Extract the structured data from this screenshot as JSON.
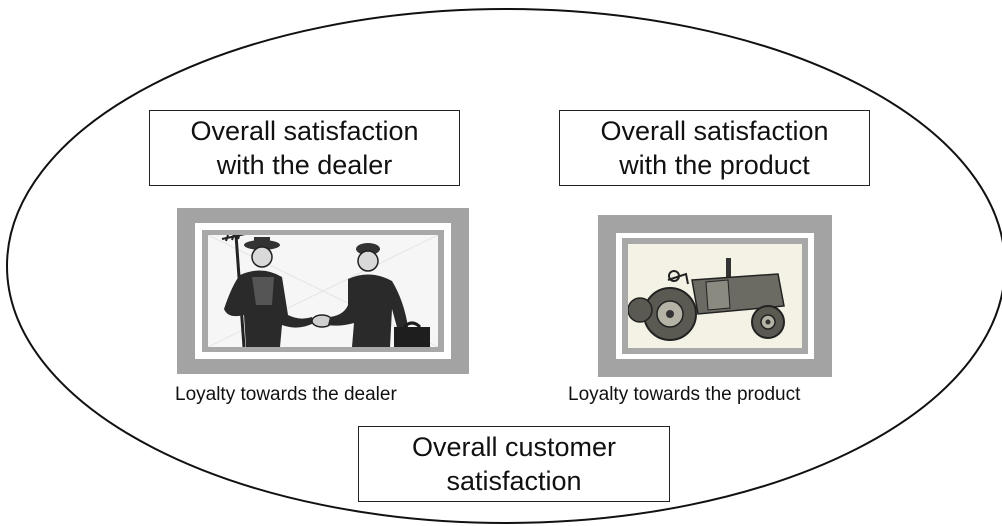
{
  "boxes": {
    "dealer_satisfaction": "Overall satisfaction\nwith the dealer",
    "product_satisfaction": "Overall satisfaction\nwith the product",
    "customer_satisfaction": "Overall customer\nsatisfaction"
  },
  "captions": {
    "dealer_loyalty": "Loyalty towards the dealer",
    "product_loyalty": "Loyalty towards the product"
  },
  "pictures": {
    "dealer": "handshake-farmer-dealer-icon",
    "product": "tractor-icon"
  }
}
